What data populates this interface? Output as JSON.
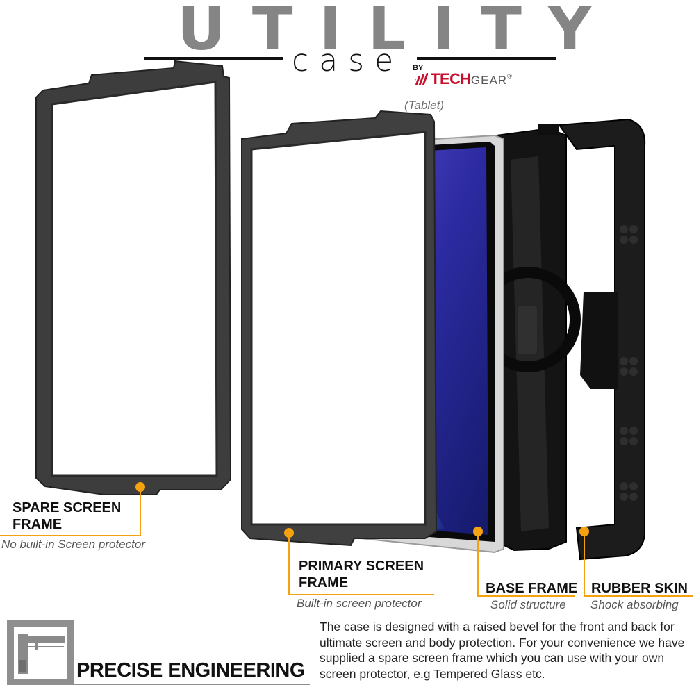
{
  "header": {
    "title": "UTILITY",
    "subtitle": "case",
    "by": "BY",
    "brand_main": "TECH",
    "brand_gear": "GEAR",
    "brand_reg": "®",
    "tablet_label": "(Tablet)"
  },
  "callouts": [
    {
      "title": "SPARE SCREEN FRAME",
      "subtitle": "No built-in Screen protector"
    },
    {
      "title": "PRIMARY SCREEN FRAME",
      "subtitle": "Built-in screen protector"
    },
    {
      "title": "BASE FRAME",
      "subtitle": "Solid structure"
    },
    {
      "title": "RUBBER SKIN",
      "subtitle": "Shock absorbing"
    }
  ],
  "footer": {
    "heading": "PRECISE ENGINEERING",
    "body": "The case is designed with a raised bevel for the front and back for ultimate screen and body protection. For your convenience we have supplied a spare screen frame which you can use with your own screen protector, e.g Tempered Glass etc."
  },
  "colors": {
    "accent": "#f4a20f",
    "brand_red": "#c8102e",
    "title_grey": "#858585",
    "frame_dark": "#3a3a3a",
    "screen_blue": "#3b36b8"
  }
}
